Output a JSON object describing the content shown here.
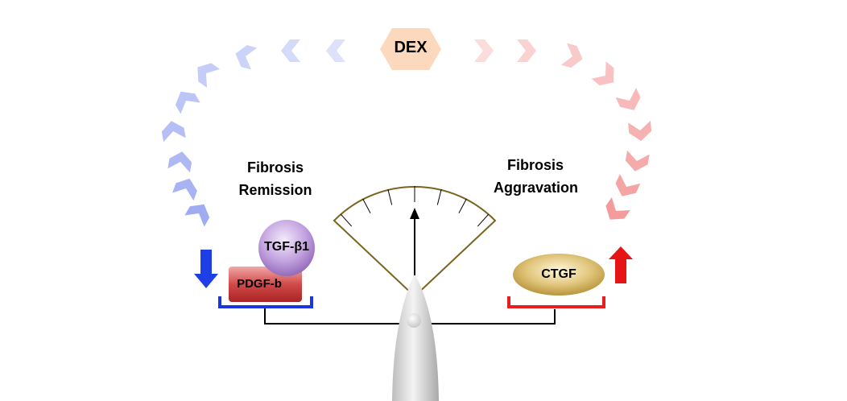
{
  "center_node": {
    "label": "DEX",
    "color": "#fcd9bd"
  },
  "left": {
    "title_line1": "Fibrosis",
    "title_line2": "Remission",
    "arrow_color": "#1f3fe6",
    "chevron_color": "#8f9ef0",
    "bracket_color": "#1b35e0",
    "direction": "down",
    "nodes": [
      {
        "label": "TGF-β1",
        "shape": "circle",
        "color": "#b08ad0"
      },
      {
        "label": "PDGF-b",
        "shape": "rounded-rect",
        "color": "#c63535"
      }
    ]
  },
  "right": {
    "title_line1": "Fibrosis",
    "title_line2": "Aggravation",
    "arrow_color": "#e61414",
    "chevron_color": "#f28a8a",
    "bracket_color": "#e81e1e",
    "direction": "up",
    "nodes": [
      {
        "label": "CTGF",
        "shape": "ellipse",
        "color": "#c9a64a"
      }
    ]
  },
  "gauge": {
    "outline_color": "#7a6420",
    "needle_color": "#000000"
  },
  "balance": {
    "beam_color": "#000000",
    "pillar_color": "#cfcfcf"
  }
}
